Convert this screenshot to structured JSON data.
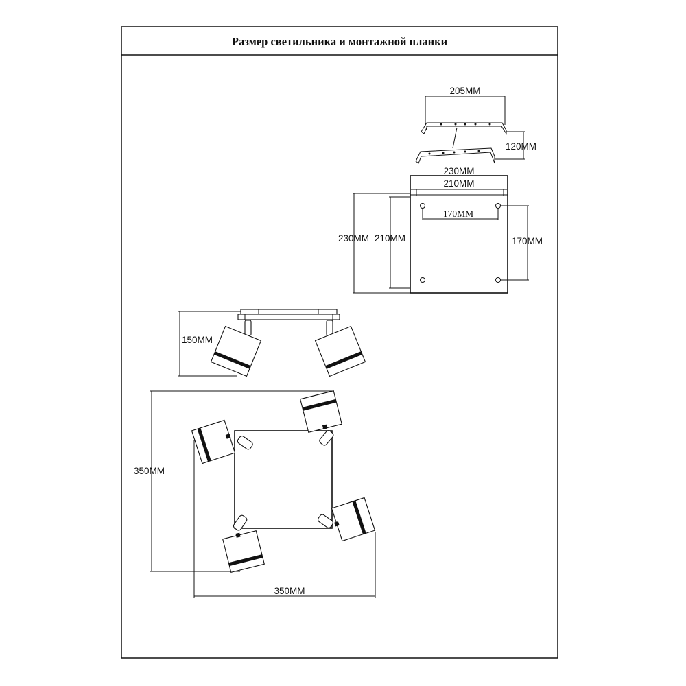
{
  "title": "Размер светильника и монтажной планки",
  "bracket": {
    "width_label": "205MM",
    "spacing_label": "120MM"
  },
  "plate": {
    "outer_width_label": "230MM",
    "inner_width_label": "210MM",
    "hole_spacing_label": "170MM",
    "outer_height_label": "230MM",
    "inner_height_label": "210MM",
    "hole_vertical_label": "170MM"
  },
  "side_view": {
    "height_label": "150MM"
  },
  "top_view": {
    "height_label": "350MM",
    "width_label": "350MM"
  }
}
